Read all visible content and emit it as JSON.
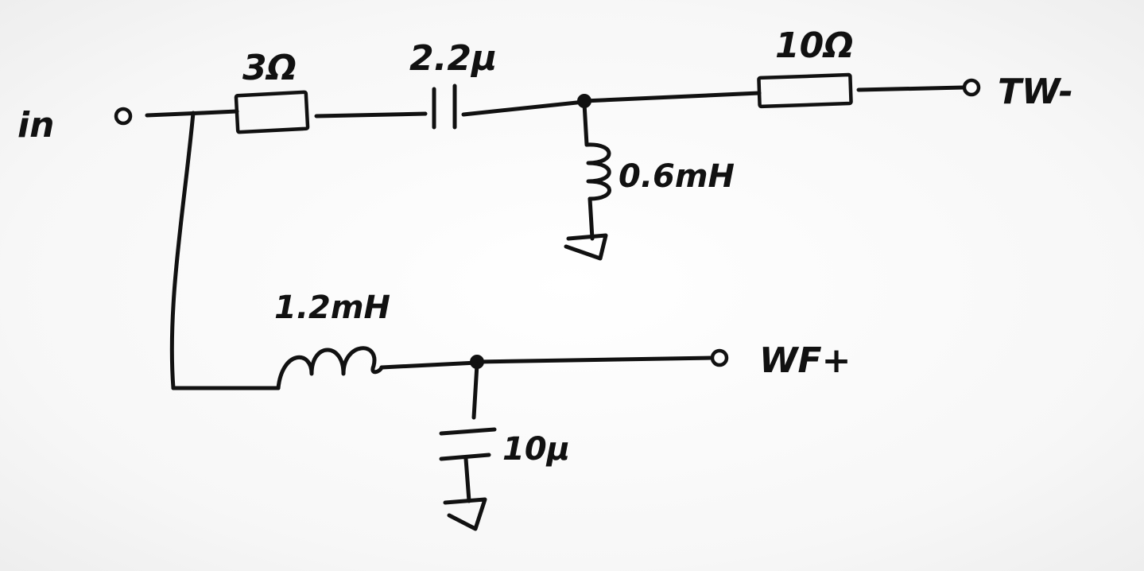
{
  "labels": {
    "input": "in",
    "r1": "3Ω",
    "c1": "2.2µ",
    "r2": "10Ω",
    "output_tw": "TW-",
    "l_tw": "0.6mH",
    "l_wf": "1.2mH",
    "output_wf": "WF+",
    "c_wf": "10µ"
  },
  "colors": {
    "ink": "#111111",
    "paper": "#fbfbfb"
  }
}
